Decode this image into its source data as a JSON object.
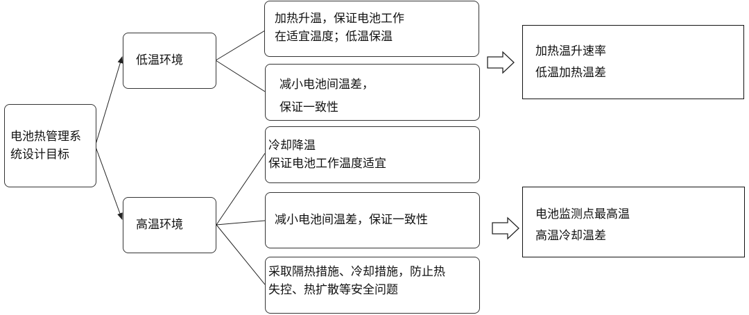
{
  "root": {
    "lines": [
      "电池热管理系",
      "统设计目标"
    ]
  },
  "low_env": {
    "label": "低温环境"
  },
  "high_env": {
    "label": "高温环境"
  },
  "low_goals": [
    {
      "lines": [
        "加热升温，保证电池工作",
        "在适宜温度；低温保温"
      ]
    },
    {
      "lines": [
        "减小电池间温差，",
        "保证一致性"
      ]
    }
  ],
  "high_goals": [
    {
      "lines": [
        "冷却降温",
        "保证电池工作温度适宜"
      ]
    },
    {
      "lines": [
        "减小电池间温差，保证一致性"
      ]
    },
    {
      "lines": [
        "采取隔热措施、冷却措施，防止热",
        "失控、热扩散等安全问题"
      ]
    }
  ],
  "low_metrics": {
    "lines": [
      "加热温升速率",
      "低温加热温差"
    ]
  },
  "high_metrics": {
    "lines": [
      "电池监测点最高温",
      "高温冷却温差"
    ]
  }
}
